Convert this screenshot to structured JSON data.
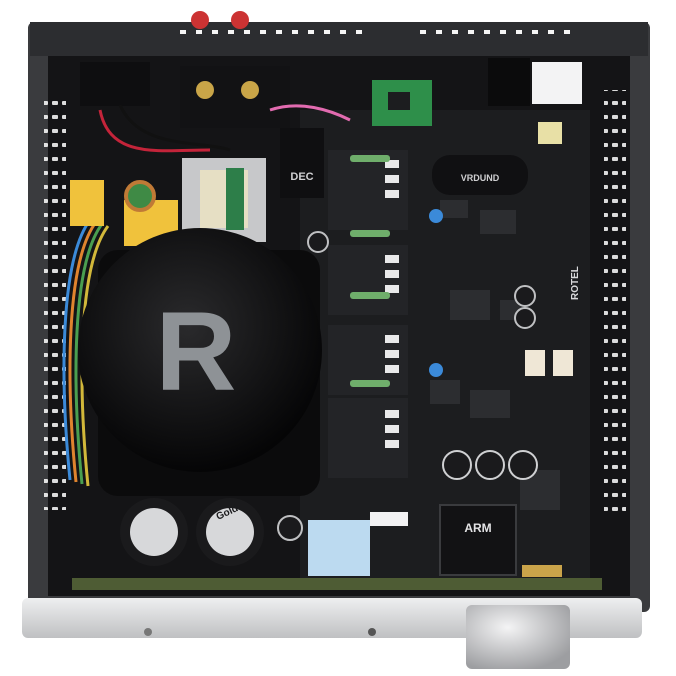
{
  "photo": {
    "subject": "Amplifier chassis interior, top view",
    "colors": {
      "chassis": "#3a3b3e",
      "chassis_floor": "#141416",
      "pcb": "#1c1d1f",
      "front_panel": "#d9dadc",
      "transformer_cap": "#111112",
      "brand_letter": "#8e9296",
      "knob": "#c9cacc",
      "green_board": "#2e8f4a"
    }
  },
  "transformer": {
    "logo_letter": "R"
  },
  "markings": {
    "arm_chip": "ARM",
    "pcb_brand": "ROTEL",
    "capacitor_brand": "VRDUND",
    "relay_brand": "DEC",
    "gold_cap_label": "Gold"
  }
}
